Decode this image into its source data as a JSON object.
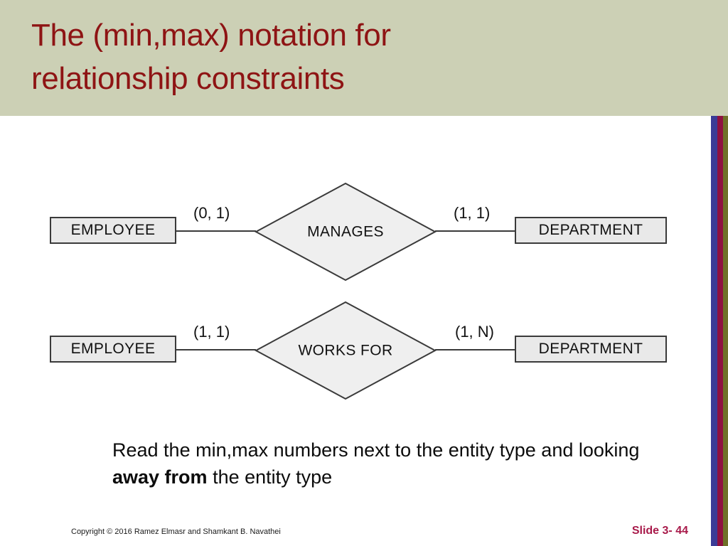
{
  "header": {
    "title": "The (min,max) notation for\nrelationship constraints",
    "background_color": "#ccd0b5",
    "title_color": "#8e1414"
  },
  "accent_stripes": [
    {
      "name": "blue",
      "color": "#3b3b96"
    },
    {
      "name": "maroon",
      "color": "#8f1040"
    },
    {
      "name": "olive",
      "color": "#6f7028"
    }
  ],
  "diagram": {
    "type": "er-diagram",
    "notation": "(min,max)",
    "rows": [
      {
        "left_entity": "EMPLOYEE",
        "left_cardinality": "(0, 1)",
        "relationship": "MANAGES",
        "right_cardinality": "(1, 1)",
        "right_entity": "DEPARTMENT"
      },
      {
        "left_entity": "EMPLOYEE",
        "left_cardinality": "(1, 1)",
        "relationship": "WORKS FOR",
        "right_cardinality": "(1, N)",
        "right_entity": "DEPARTMENT"
      }
    ],
    "entity_fill": "#e9e9e9",
    "relationship_fill": "#efefef",
    "stroke_color": "#3a3a3a"
  },
  "caption": {
    "part1": "Read the min,max numbers next to the entity type and looking ",
    "emphasis": "away from",
    "part2": " the entity type"
  },
  "footer": {
    "copyright": "Copyright © 2016 Ramez Elmasr and Shamkant B. Navathei",
    "slide_number": "Slide 3- 44",
    "slide_number_color": "#a81a4a"
  }
}
